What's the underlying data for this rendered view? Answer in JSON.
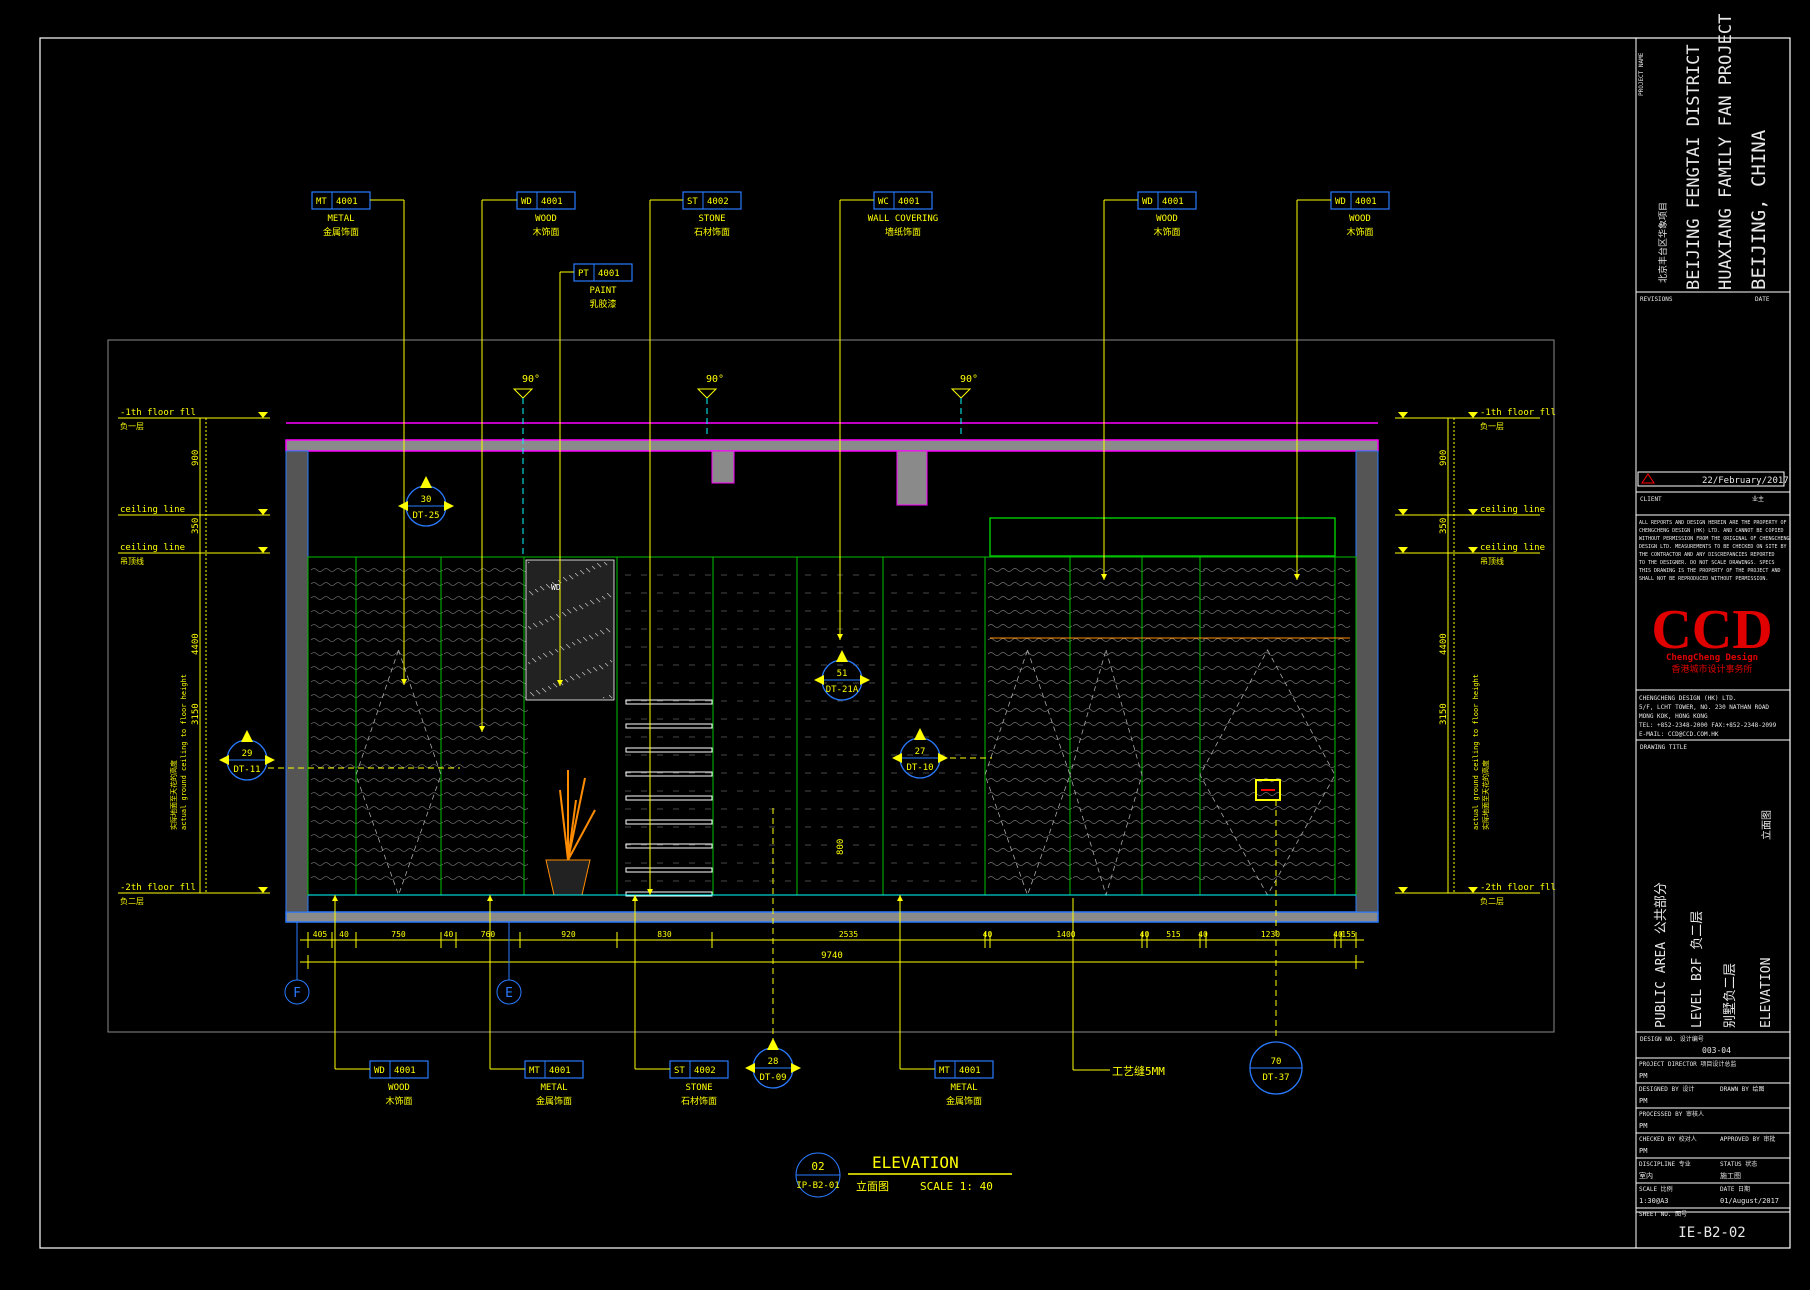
{
  "colors": {
    "background": "#000000",
    "frame": "#ffffff",
    "callout": "#ffff00",
    "magenta": "#ff00ff",
    "cyan": "#00ffff",
    "blue": "#2a7bff",
    "green": "#00c000",
    "orange": "#ff8c00",
    "red": "#ff0000",
    "titleblock_text": "#e8e8e8"
  },
  "callouts_top": [
    {
      "code": "MT",
      "num": "4001",
      "en": "METAL",
      "cn": "金属饰面"
    },
    {
      "code": "WD",
      "num": "4001",
      "en": "WOOD",
      "cn": "木饰面"
    },
    {
      "code": "PT",
      "num": "4001",
      "en": "PAINT",
      "cn": "乳胶漆"
    },
    {
      "code": "ST",
      "num": "4002",
      "en": "STONE",
      "cn": "石材饰面"
    },
    {
      "code": "WC",
      "num": "4001",
      "en": "WALL COVERING",
      "cn": "墙纸饰面"
    },
    {
      "code": "WD",
      "num": "4001",
      "en": "WOOD",
      "cn": "木饰面"
    },
    {
      "code": "WD",
      "num": "4001",
      "en": "WOOD",
      "cn": "木饰面"
    }
  ],
  "callouts_bottom": [
    {
      "code": "WD",
      "num": "4001",
      "en": "WOOD",
      "cn": "木饰面"
    },
    {
      "code": "MT",
      "num": "4001",
      "en": "METAL",
      "cn": "金属饰面"
    },
    {
      "code": "ST",
      "num": "4002",
      "en": "STONE",
      "cn": "石材饰面"
    },
    {
      "code": "MT",
      "num": "4001",
      "en": "METAL",
      "cn": "金属饰面"
    }
  ],
  "angle_marks": [
    "90°",
    "90°",
    "90°"
  ],
  "level_labels": {
    "floor_1": "-1th floor fll",
    "floor_1_cn": "负一层",
    "ceiling_1": "ceiling line",
    "ceiling_2": "ceiling line",
    "ceiling_2_cn": "吊顶线",
    "floor_2": "-2th floor fll",
    "floor_2_cn": "负二层",
    "note_cn": "实际地面至天花的高度",
    "note_en": "actual ground ceiling to floor height"
  },
  "vertical_dims": [
    "900",
    "350",
    "4400",
    "3150"
  ],
  "section_symbols": [
    {
      "top": "30",
      "bottom": "DT-25"
    },
    {
      "top": "29",
      "bottom": "DT-11"
    },
    {
      "top": "51",
      "bottom": "DT-21A"
    },
    {
      "top": "27",
      "bottom": "DT-10"
    },
    {
      "top": "28",
      "bottom": "DT-09"
    },
    {
      "top": "70",
      "bottom": "DT-37"
    }
  ],
  "annotations": {
    "inner_800": "800",
    "handle_note": "工艺缝5MM",
    "wd_small": "WD"
  },
  "horizontal_dims": [
    "405",
    "40",
    "750",
    "40",
    "760",
    "920",
    "830",
    "2535",
    "40",
    "1400",
    "40",
    "515",
    "40",
    "1230",
    "40",
    "155"
  ],
  "total_dim": "9740",
  "grid_labels": [
    "F",
    "E"
  ],
  "title": {
    "number": "02",
    "sheet_ref": "IP-B2-01",
    "name": "ELEVATION",
    "cn": "立面图",
    "scale": "SCALE  1:  40"
  },
  "titleblock": {
    "project_name_label": "PROJECT NAME",
    "project_cn": "北京丰台区华象项目",
    "project_lines": [
      "BEIJING FENGTAI DISTRICT",
      "HUAXIANG FAMILY FAN PROJECT",
      "BEIJING, CHINA"
    ],
    "revisions_label": "REVISIONS",
    "date_label": "DATE",
    "rev_date": "22/February/2017",
    "client_label": "CLIENT",
    "client_cn": "业主",
    "notes": [
      "ALL REPORTS AND DESIGN HEREIN ARE THE PROPERTY OF",
      "CHENGCHENG DESIGN (HK) LTD. AND CANNOT BE COPIED",
      "WITHOUT PERMISSION FROM THE ORIGINAL OF CHENGCHENG",
      "DESIGN LTD. MEASUREMENTS TO BE CHECKED ON SITE BY",
      "THE CONTRACTOR AND ANY DISCREPANCIES REPORTED",
      "TO THE DESIGNER. DO NOT SCALE DRAWINGS. SPECS",
      "THIS DRAWING IS THE PROPERTY OF THE PROJECT AND",
      "SHALL NOT BE REPRODUCED WITHOUT PERMISSION."
    ],
    "logo": "CCD",
    "logo_sub_en": "ChengCheng Design",
    "logo_sub_cn": "香港城市设计事务所",
    "company_lines": [
      "CHENGCHENG DESIGN (HK) LTD.",
      "5/F, LCHT TOWER, NO. 230 NATHAN ROAD",
      "MONG KOK, HONG KONG",
      "TEL: +852-2348-2000     FAX:+852-2348-2099",
      "E-MAIL: CCD@CCD.COM.HK"
    ],
    "drawing_title_label": "DRAWING TITLE",
    "drawing_title_vertical": [
      "PUBLIC AREA  公共部分",
      "LEVEL B2F  负二层",
      "别墅负二层",
      "ELEVATION"
    ],
    "drawing_title_cn": "立面图",
    "design_no_label": "DESIGN NO. 设计编号",
    "design_no": "003-04",
    "rows": [
      {
        "label": "PROJECT DIRECTOR  项目设计总监",
        "value": "PM"
      },
      {
        "label": "DESIGNED BY  设计",
        "label2": "DRAWN BY  绘图",
        "value": "PM"
      },
      {
        "label": "PROCESSED BY  审核人",
        "value": "PM"
      },
      {
        "label": "CHECKED BY  校对人",
        "label2": "APPROVED BY  审批",
        "value": "PM"
      },
      {
        "label": "DISCIPLINE  专业",
        "label2": "STATUS  状态",
        "value": "室内",
        "value2": "施工图"
      },
      {
        "label": "SCALE  比例",
        "label2": "DATE  日期",
        "value": "1:30@A3",
        "value2": "01/August/2017"
      },
      {
        "label": "SHEET NO.  图号",
        "value": ""
      }
    ],
    "sheet_number": "IE-B2-02"
  }
}
